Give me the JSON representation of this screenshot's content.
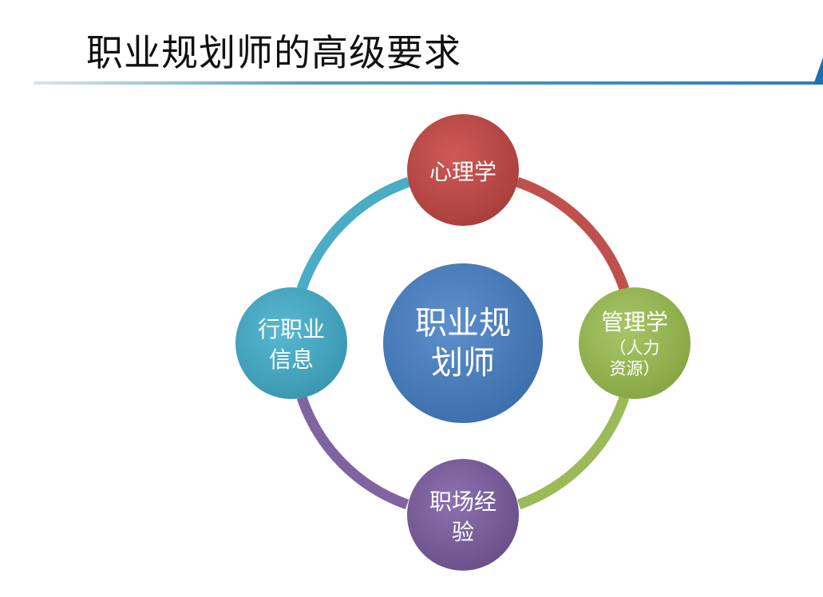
{
  "title": "职业规划师的高级要求",
  "diagram": {
    "center": {
      "lines": [
        "职业规",
        "划师"
      ],
      "color": "#4f81bd"
    },
    "nodes": [
      {
        "id": "psychology",
        "lines": [
          "心理学"
        ],
        "color": "#c0504d",
        "ring_color": "#c0504d"
      },
      {
        "id": "management",
        "lines": [
          "管理学",
          "（人力",
          "资源）"
        ],
        "color": "#9bbb59",
        "ring_color": "#9bbb59"
      },
      {
        "id": "workplace",
        "lines": [
          "职场经",
          "验"
        ],
        "color": "#8064a2",
        "ring_color": "#8064a2"
      },
      {
        "id": "industry",
        "lines": [
          "行职业",
          "信息"
        ],
        "color": "#4bacc6",
        "ring_color": "#4bacc6"
      }
    ]
  }
}
